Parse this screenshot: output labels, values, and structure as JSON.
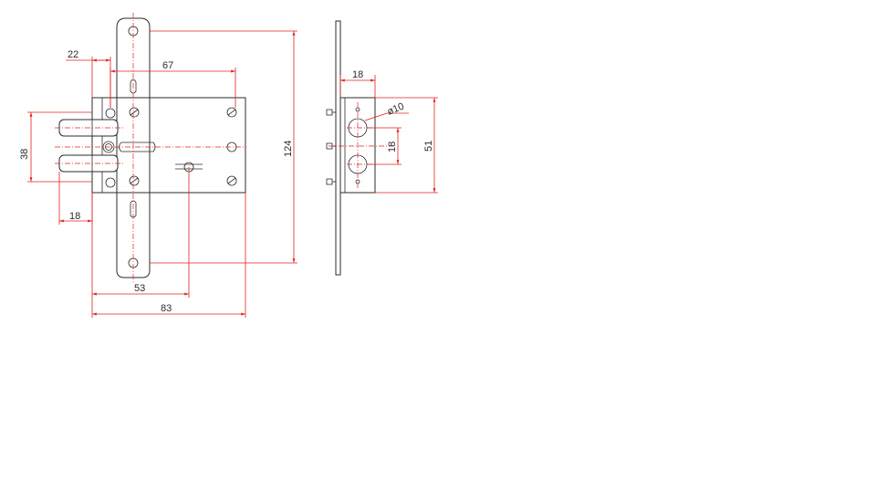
{
  "drawing": {
    "front_view": {
      "dim_22": "22",
      "dim_67": "67",
      "dim_38": "38",
      "dim_18": "18",
      "dim_124": "124",
      "dim_53": "53",
      "dim_83": "83"
    },
    "side_view": {
      "dim_18_top": "18",
      "dim_phi10": "ø10",
      "dim_18_bolt": "18",
      "dim_51": "51"
    }
  },
  "colors": {
    "outline": "#2b2b2b",
    "dimension": "#e32020",
    "background": "#ffffff"
  }
}
